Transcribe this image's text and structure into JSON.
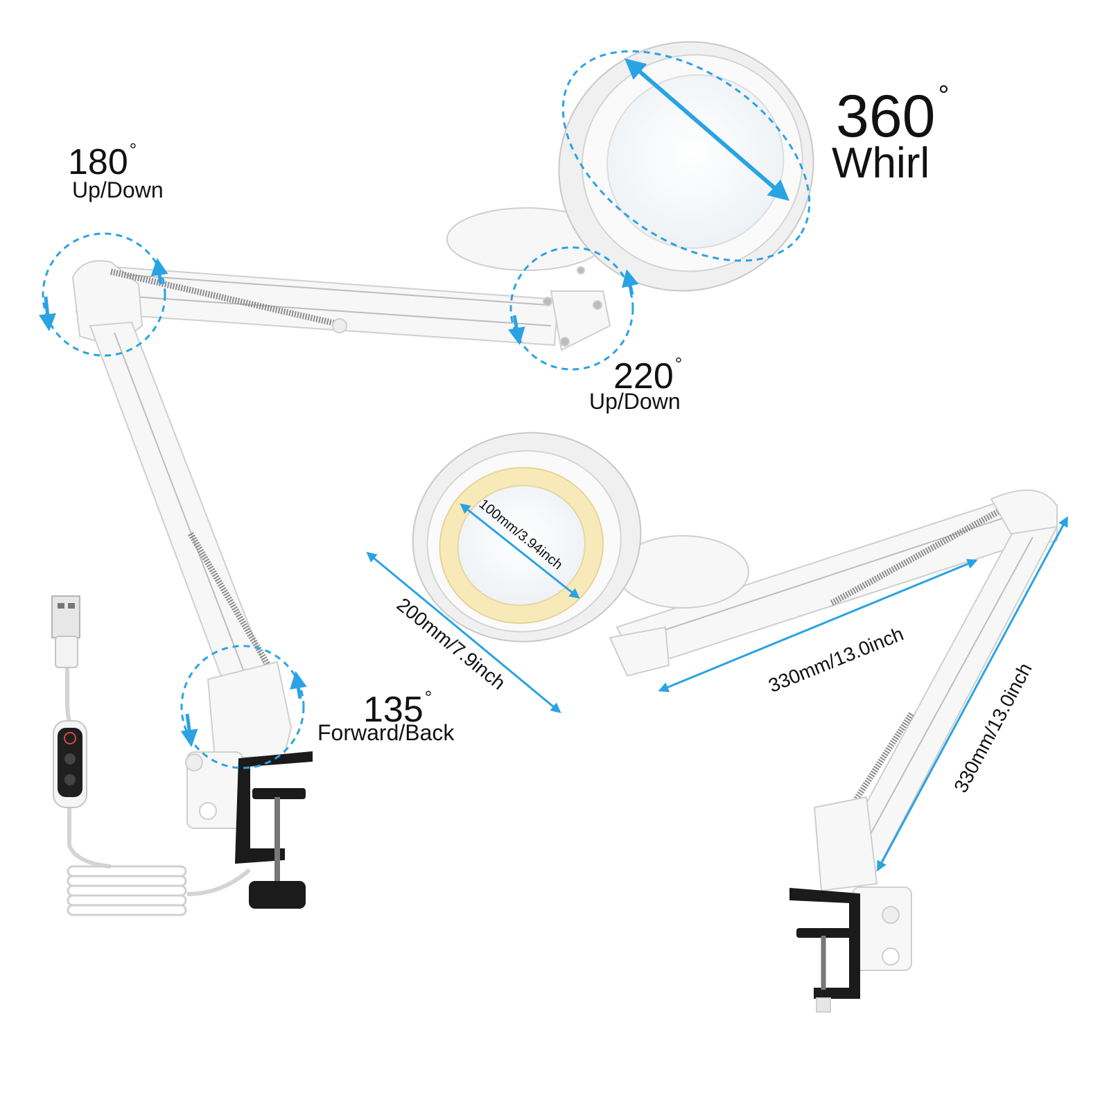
{
  "rotation_labels": {
    "joint_top_left": {
      "degrees": "180",
      "degree_symbol": "°",
      "motion": "Up/Down"
    },
    "joint_head": {
      "degrees": "220",
      "degree_symbol": "°",
      "motion": "Up/Down"
    },
    "joint_base": {
      "degrees": "135",
      "degree_symbol": "°",
      "motion": "Forward/Back"
    },
    "head_whirl": {
      "degrees": "360",
      "degree_symbol": "°",
      "motion": "Whirl"
    }
  },
  "dimensions": {
    "lens_diameter": "100mm/3.94inch",
    "head_diameter": "200mm/7.9inch",
    "upper_arm": "330mm/13.0inch",
    "lower_arm": "330mm/13.0inch"
  },
  "colors": {
    "accent_blue": "#2aa3e3",
    "lamp_white": "#f7f7f7",
    "lamp_outline": "#cfcfcf",
    "led_warm": "#f8e9b8",
    "clamp_black": "#1b1b1b",
    "text": "#111111"
  },
  "icons": [
    "usb-plug-icon",
    "power-icon",
    "brightness-button-icon",
    "mode-button-icon"
  ]
}
